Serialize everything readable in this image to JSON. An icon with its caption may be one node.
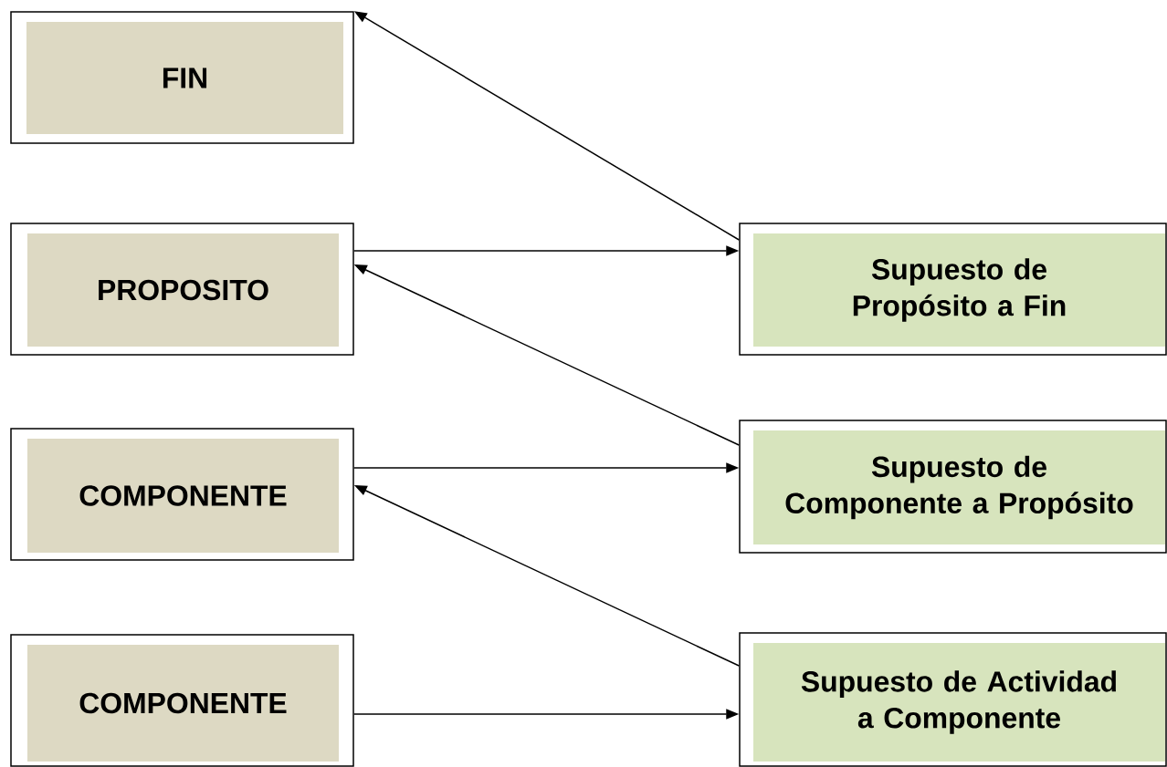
{
  "diagram": {
    "nodes": [
      {
        "text": [
          "FIN"
        ]
      },
      {
        "text": [
          "PROPOSITO"
        ]
      },
      {
        "text": [
          "Supuesto de Propósito a Fin"
        ]
      },
      {
        "text": [
          "COMPONENTE"
        ]
      },
      {
        "text": [
          "Supuesto de Componente a Propósito"
        ]
      },
      {
        "text": [
          "COMPONENTE"
        ]
      },
      {
        "text": [
          "Supuesto de Actividad a Componente"
        ]
      }
    ],
    "edges": [
      {
        "from": 2,
        "to": 0,
        "arrow": "to"
      },
      {
        "from": 1,
        "to": 2,
        "arrow": "to"
      },
      {
        "from": 4,
        "to": 1,
        "arrow": "to"
      },
      {
        "from": 3,
        "to": 4,
        "arrow": "to"
      },
      {
        "from": 6,
        "to": 3,
        "arrow": "to"
      },
      {
        "from": 5,
        "to": 6,
        "arrow": "to"
      }
    ]
  }
}
